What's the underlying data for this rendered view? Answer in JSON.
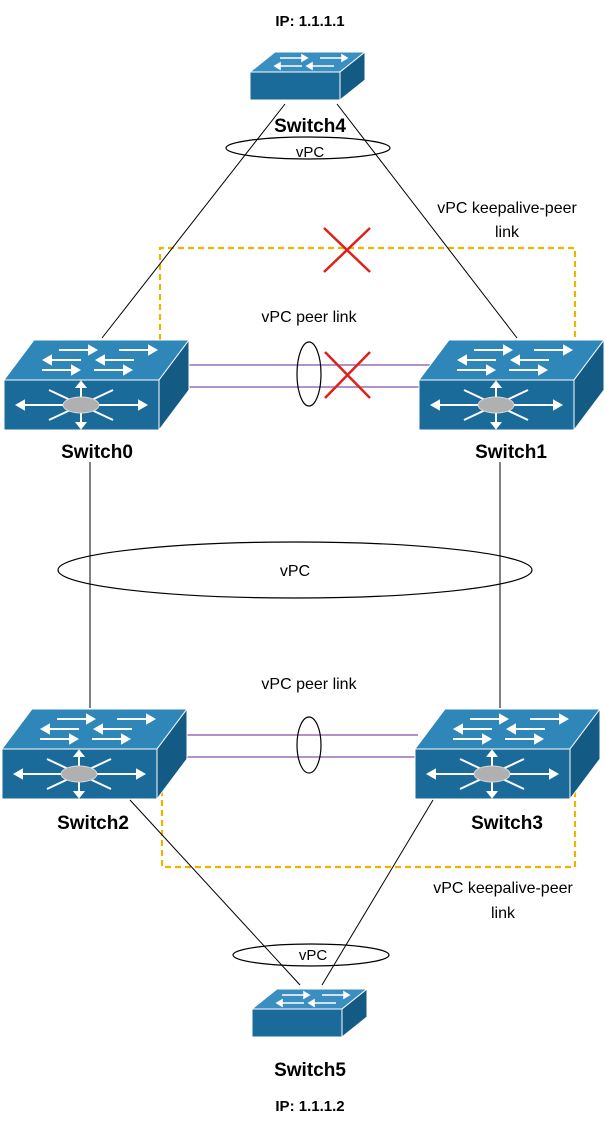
{
  "nodes": {
    "switch4": {
      "name": "Switch4",
      "ip": "IP: 1.1.1.1"
    },
    "switch0": {
      "name": "Switch0"
    },
    "switch1": {
      "name": "Switch1"
    },
    "switch2": {
      "name": "Switch2"
    },
    "switch3": {
      "name": "Switch3"
    },
    "switch5": {
      "name": "Switch5",
      "ip": "IP: 1.1.1.2"
    }
  },
  "labels": {
    "vpc_top": "vPC",
    "vpc_middle": "vPC",
    "vpc_bottom": "vPC",
    "peer_link_top": "vPC peer link",
    "peer_link_bottom": "vPC peer link",
    "keepalive_top_line1": "vPC keepalive-peer",
    "keepalive_top_line2": "link",
    "keepalive_bottom_line1": "vPC keepalive-peer",
    "keepalive_bottom_line2": "link"
  },
  "status": {
    "keepalive_top": "failed",
    "peer_link_top": "failed"
  },
  "colors": {
    "switch_body": "#1a6a9a",
    "switch_top": "#2f86b8",
    "peer_link": "#8a4fa8",
    "keepalive": "#f0b400",
    "failure_mark": "#e0201a"
  }
}
